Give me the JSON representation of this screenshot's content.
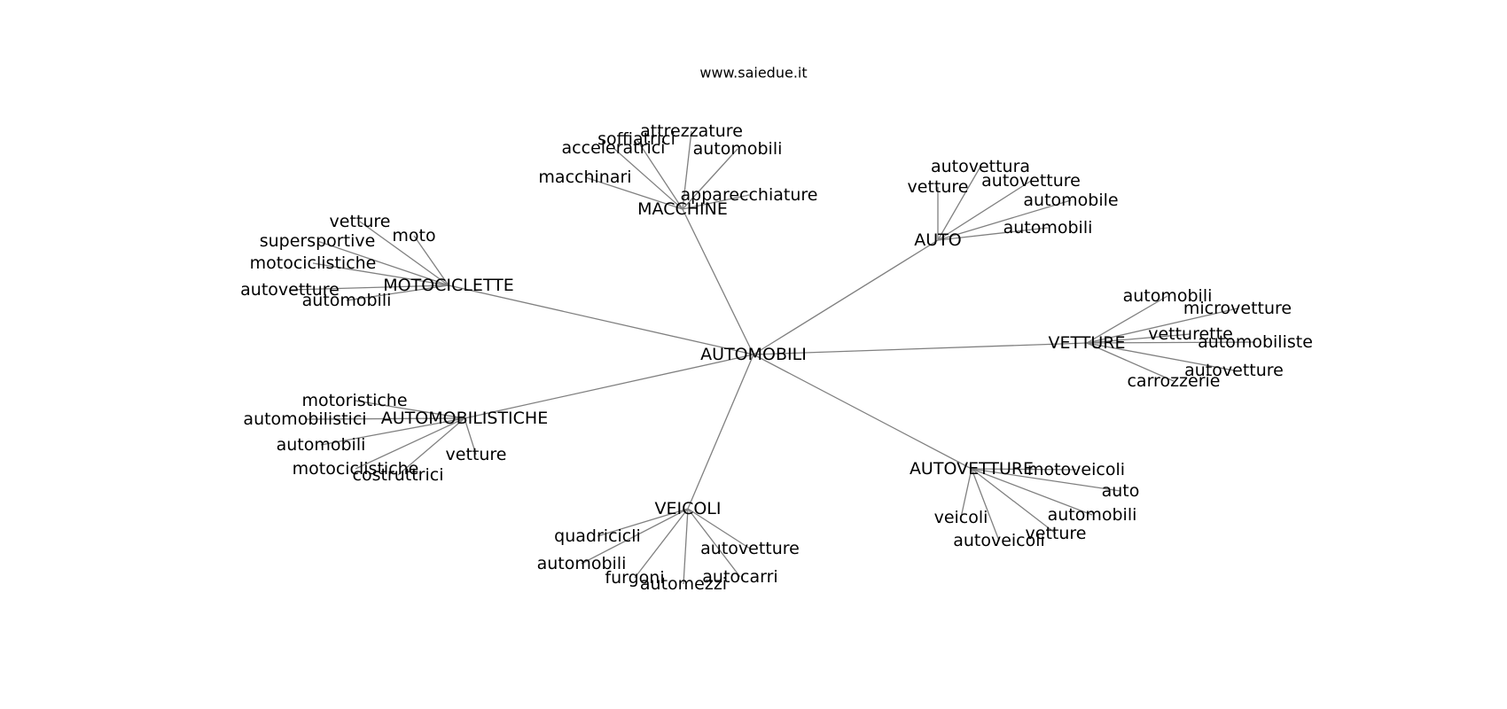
{
  "site": "www.saiedue.it",
  "colors": {
    "edge": "#808080",
    "text": "#000000",
    "background": "#ffffff"
  },
  "graph": {
    "root": "AUTOMOBILI",
    "hubs": [
      {
        "label": "MACCHINE",
        "leaves": [
          "attrezzature",
          "soffiatrici",
          "acceleratrici",
          "automobili",
          "macchinari",
          "apparecchiature"
        ]
      },
      {
        "label": "AUTO",
        "leaves": [
          "autovettura",
          "vetture",
          "autovetture",
          "automobile",
          "automobili"
        ]
      },
      {
        "label": "MOTOCICLETTE",
        "leaves": [
          "vetture",
          "moto",
          "supersportive",
          "motociclistiche",
          "autovetture",
          "automobili"
        ]
      },
      {
        "label": "VETTURE",
        "leaves": [
          "automobili",
          "microvetture",
          "vetturette",
          "automobiliste",
          "autovetture",
          "carrozzerie"
        ]
      },
      {
        "label": "AUTOMOBILISTICHE",
        "leaves": [
          "motoristiche",
          "automobilistici",
          "automobili",
          "vetture",
          "motociclistiche",
          "costruttrici"
        ]
      },
      {
        "label": "AUTOVETTURE",
        "leaves": [
          "motoveicoli",
          "auto",
          "automobili",
          "veicoli",
          "vetture",
          "autoveicoli"
        ]
      },
      {
        "label": "VEICOLI",
        "leaves": [
          "quadricicli",
          "autovetture",
          "automobili",
          "autocarri",
          "furgoni",
          "automezzi"
        ]
      }
    ]
  }
}
